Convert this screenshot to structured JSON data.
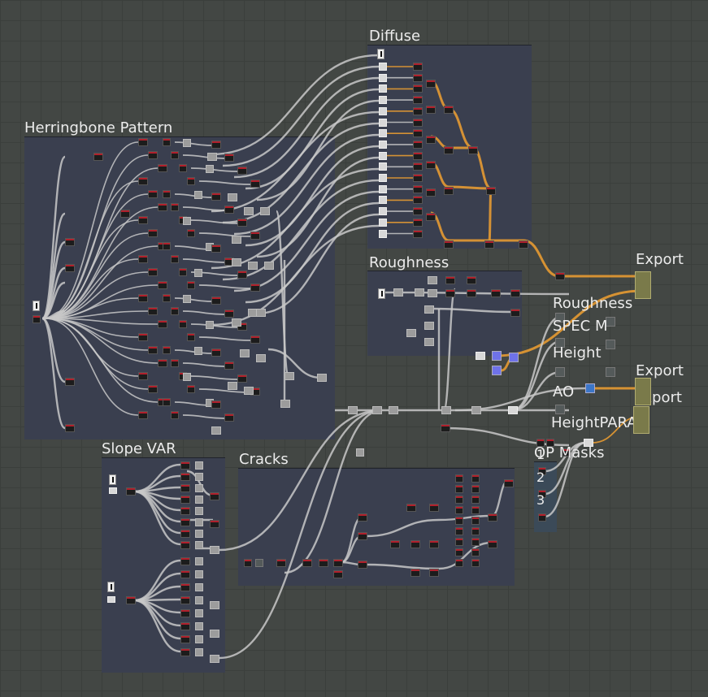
{
  "frames": {
    "herringbone": {
      "title": "Herringbone Pattern"
    },
    "diffuse": {
      "title": "Diffuse"
    },
    "roughness": {
      "title": "Roughness"
    },
    "slope": {
      "title": "Slope VAR"
    },
    "cracks": {
      "title": "Cracks"
    },
    "masks": {
      "title": "OP Masks"
    }
  },
  "outputs": {
    "export1": "Export",
    "roughness": "Roughness",
    "spec": "SPEC M",
    "height": "Height",
    "export2": "Export",
    "ao": "AO",
    "export3": "Export",
    "heightpara": "HeightPARA"
  },
  "mask_numbers": [
    "1",
    "2",
    "3"
  ],
  "colors": {
    "background": "#434744",
    "frame": "#3a3f4f",
    "wire": "#c8c8c8",
    "wire_active": "#f0a030",
    "node_header": "#b0202c"
  }
}
